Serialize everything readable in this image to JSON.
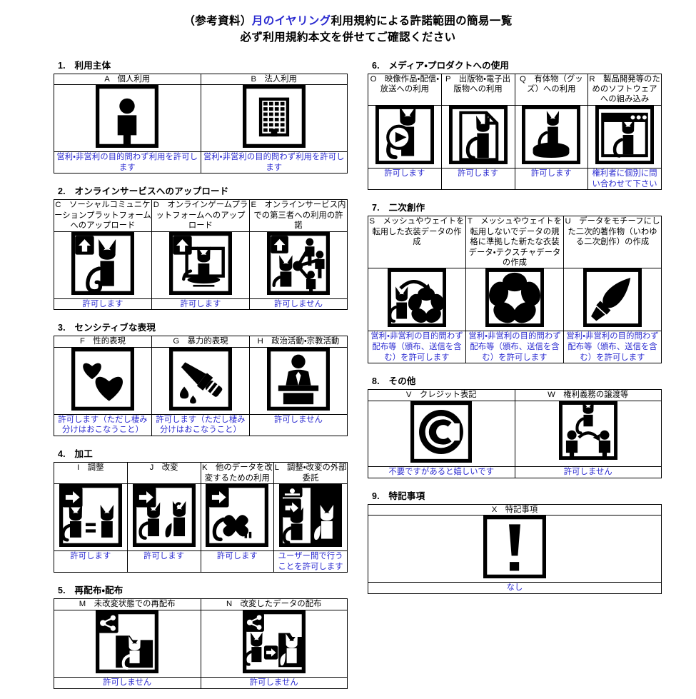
{
  "title": {
    "line1_pre": "（参考資料）",
    "line1_accent": "月のイヤリング",
    "line1_post": "利用規約による許諾範囲の簡易一覧",
    "line2": "必ず利用規約本文を併せてご確認ください"
  },
  "sections": [
    {
      "number": "1.",
      "heading": "1.　利用主体",
      "column": "left",
      "items": [
        {
          "label": "A　個人利用",
          "icon": "person-icon",
          "result": "営利・非営利の目的問わず利用を許可します"
        },
        {
          "label": "B　法人利用",
          "icon": "building-icon",
          "result": "営利・非営利の目的問わず利用を許可します"
        }
      ]
    },
    {
      "number": "2.",
      "heading": "2.　オンラインサービスへのアップロード",
      "column": "left",
      "items": [
        {
          "label": "C　ソーシャルコミュニケーションプラットフォームへのアップロード",
          "icon": "upload-cat-avatar-icon",
          "result": "許可します"
        },
        {
          "label": "D　オンラインゲームプラットフォームへのアップロード",
          "icon": "upload-cat-monitor-icon",
          "result": "許可します"
        },
        {
          "label": "E　オンラインサービス内での第三者への利用の許諾",
          "icon": "upload-share-people-icon",
          "result": "許可しません"
        }
      ]
    },
    {
      "number": "3.",
      "heading": "3.　センシティブな表現",
      "column": "left",
      "items": [
        {
          "label": "F　性的表現",
          "icon": "hearts-icon",
          "result": "許可します（ただし棲み分けはおこなうこと）"
        },
        {
          "label": "G　暴力的表現",
          "icon": "bloody-knife-icon",
          "result": "許可します（ただし棲み分けはおこなうこと）"
        },
        {
          "label": "H　政治活動・宗教活動",
          "icon": "podium-speaker-icon",
          "result": "許可しません"
        }
      ]
    },
    {
      "number": "4.",
      "heading": "4.　加工",
      "column": "left",
      "items": [
        {
          "label": "I　調整",
          "icon": "arrow-cat-equals-icon",
          "result": "許可します"
        },
        {
          "label": "J　改変",
          "icon": "arrow-cat-modified-icon",
          "result": "許可します"
        },
        {
          "label": "K　他のデータを改変するための利用",
          "icon": "arrow-cat-other-data-icon",
          "result": "許可します"
        },
        {
          "label": "L　調整・改変の外部委託",
          "icon": "outsourcing-cat-icon",
          "result": "ユーザー間で行うことを許可します"
        }
      ]
    },
    {
      "number": "5.",
      "heading": "5.　再配布・配布",
      "column": "left",
      "items": [
        {
          "label": "M　未改変状態での再配布",
          "icon": "share-folder-cat-icon",
          "result": "許可しません"
        },
        {
          "label": "N　改変したデータの配布",
          "icon": "share-folder-modified-cat-icon",
          "result": "許可しません"
        }
      ]
    },
    {
      "number": "6.",
      "heading": "6.　メディア・プロダクトへの使用",
      "column": "right",
      "items": [
        {
          "label": "O　映像作品・配信・放送への利用",
          "icon": "video-play-cat-icon",
          "result": "許可します"
        },
        {
          "label": "P　出版物・電子出版物への利用",
          "icon": "document-cat-icon",
          "result": "許可します"
        },
        {
          "label": "Q　有体物（グッズ）への利用",
          "icon": "figurine-cat-icon",
          "result": "許可します"
        },
        {
          "label": "R　製品開発等のためのソフトウェアへの組み込み",
          "icon": "software-window-cat-icon",
          "result": "権利者に個別に問い合わせて下さい"
        }
      ]
    },
    {
      "number": "7.",
      "heading": "7.　二次創作",
      "column": "right",
      "items": [
        {
          "label": "S　メッシュやウェイトを転用した衣装データの作成",
          "icon": "cat-to-costume-icon",
          "result": "営利・非営利の目的問わず配布等（頒布、送信を含む）を許可します"
        },
        {
          "label": "T　メッシュやウェイトを転用しないでデータの規格に準拠した新たな衣装データ・テクスチャデータの作成",
          "icon": "costume-new-icon",
          "result": "営利・非営利の目的問わず配布等（頒布、送信を含む）を許可します"
        },
        {
          "label": "U　データをモチーフにした二次的著作物（いわゆる二次創作）の作成",
          "icon": "paintbrush-icon",
          "result": "営利・非営利の目的問わず配布等（頒布、送信を含む）を許可します"
        }
      ]
    },
    {
      "number": "8.",
      "heading": "8.　その他",
      "column": "right",
      "items": [
        {
          "label": "V　クレジット表記",
          "icon": "copyright-icon",
          "result": "不要ですがあると嬉しいです"
        },
        {
          "label": "W　権利義務の譲渡等",
          "icon": "transfer-rights-icon",
          "result": "許可しません"
        }
      ]
    },
    {
      "number": "9.",
      "heading": "9.　特記事項",
      "column": "right",
      "items": [
        {
          "label": "X　特記事項",
          "icon": "exclamation-icon",
          "result": "なし"
        }
      ]
    }
  ],
  "colors": {
    "accent_blue": "#2a2ad0",
    "ink": "#000000",
    "paper": "#ffffff"
  }
}
